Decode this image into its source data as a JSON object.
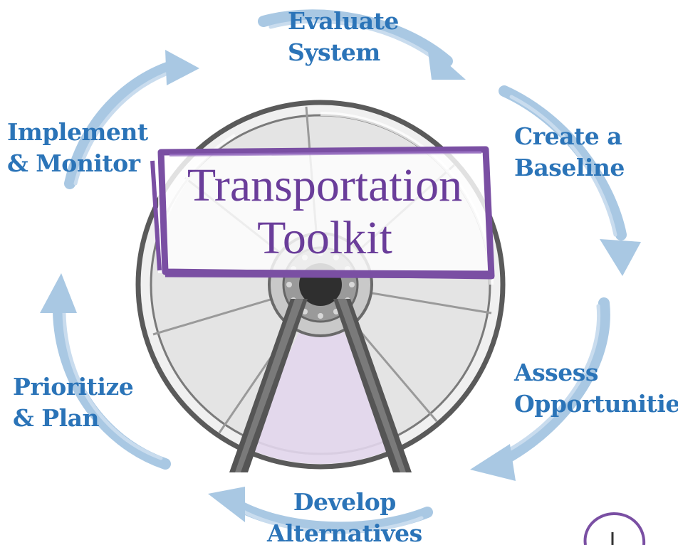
{
  "title": {
    "line1": "Transportation",
    "line2": "Toolkit"
  },
  "steps": [
    {
      "line1": "Evaluate",
      "line2": "System"
    },
    {
      "line1": "Create a",
      "line2": "Baseline"
    },
    {
      "line1": "Assess",
      "line2": "Opportunities"
    },
    {
      "line1": "Develop",
      "line2": "Alternatives"
    },
    {
      "line1": "Prioritize",
      "line2": "& Plan"
    },
    {
      "line1": "Implement",
      "line2": "& Monitor"
    }
  ],
  "colors": {
    "step_text": "#2b74b8",
    "title_text": "#6a3d9a",
    "title_frame": "#7a4fa3",
    "arrows": "#a9c8e3",
    "wheel_rim": "#5a5a5a",
    "wheel_fill": "#e9e9e9",
    "wheel_lower_fill": "#e2d6ec",
    "wheel_legs": "#555555"
  }
}
